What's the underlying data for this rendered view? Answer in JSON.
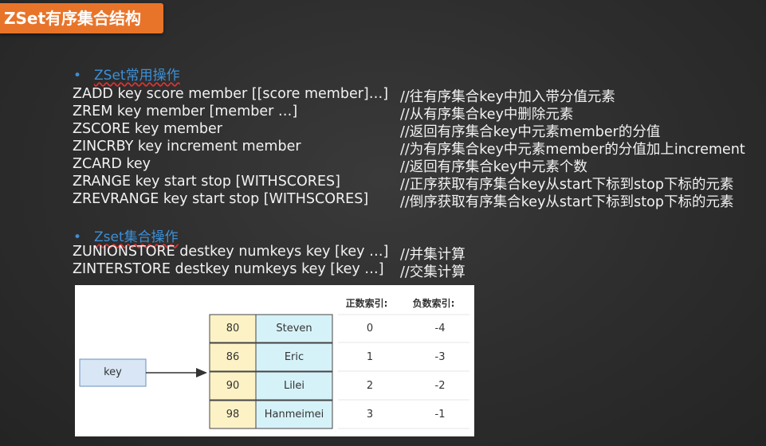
{
  "slide_title": "ZSet有序集合结构",
  "sections": [
    {
      "bullet": "•",
      "heading": "ZSet常用操作",
      "commands": [
        {
          "cmd": "ZADD key score member [[score member]…]",
          "comment": "//往有序集合key中加入带分值元素"
        },
        {
          "cmd": "ZREM key member [member …]",
          "comment": "//从有序集合key中删除元素"
        },
        {
          "cmd": "ZSCORE key member",
          "comment": "//返回有序集合key中元素member的分值"
        },
        {
          "cmd": "ZINCRBY key increment member",
          "comment": "//为有序集合key中元素member的分值加上increment"
        },
        {
          "cmd": "ZCARD key",
          "comment": "//返回有序集合key中元素个数"
        },
        {
          "cmd": "ZRANGE key start stop [WITHSCORES]",
          "comment": "//正序获取有序集合key从start下标到stop下标的元素"
        },
        {
          "cmd": "ZREVRANGE key start stop [WITHSCORES]",
          "comment": "//倒序获取有序集合key从start下标到stop下标的元素"
        }
      ]
    },
    {
      "bullet": "•",
      "heading": "Zset集合操作",
      "commands": [
        {
          "cmd": "ZUNIONSTORE destkey numkeys key [key …]",
          "comment": "//并集计算"
        },
        {
          "cmd": "ZINTERSTORE destkey numkeys key [key …]",
          "comment": "//交集计算"
        }
      ]
    }
  ],
  "diagram": {
    "key_label": "key",
    "pos_index_header": "正数索引:",
    "neg_index_header": "负数索引:",
    "rows": [
      {
        "score": "80",
        "member": "Steven",
        "pos": "0",
        "neg": "-4"
      },
      {
        "score": "86",
        "member": "Eric",
        "pos": "1",
        "neg": "-3"
      },
      {
        "score": "90",
        "member": "Lilei",
        "pos": "2",
        "neg": "-2"
      },
      {
        "score": "98",
        "member": "Hanmeimei",
        "pos": "3",
        "neg": "-1"
      }
    ],
    "colors": {
      "score_fill": "#fdf2c6",
      "member_fill": "#d6f2f9",
      "key_fill": "#d8e6f5",
      "border": "#444444"
    }
  }
}
